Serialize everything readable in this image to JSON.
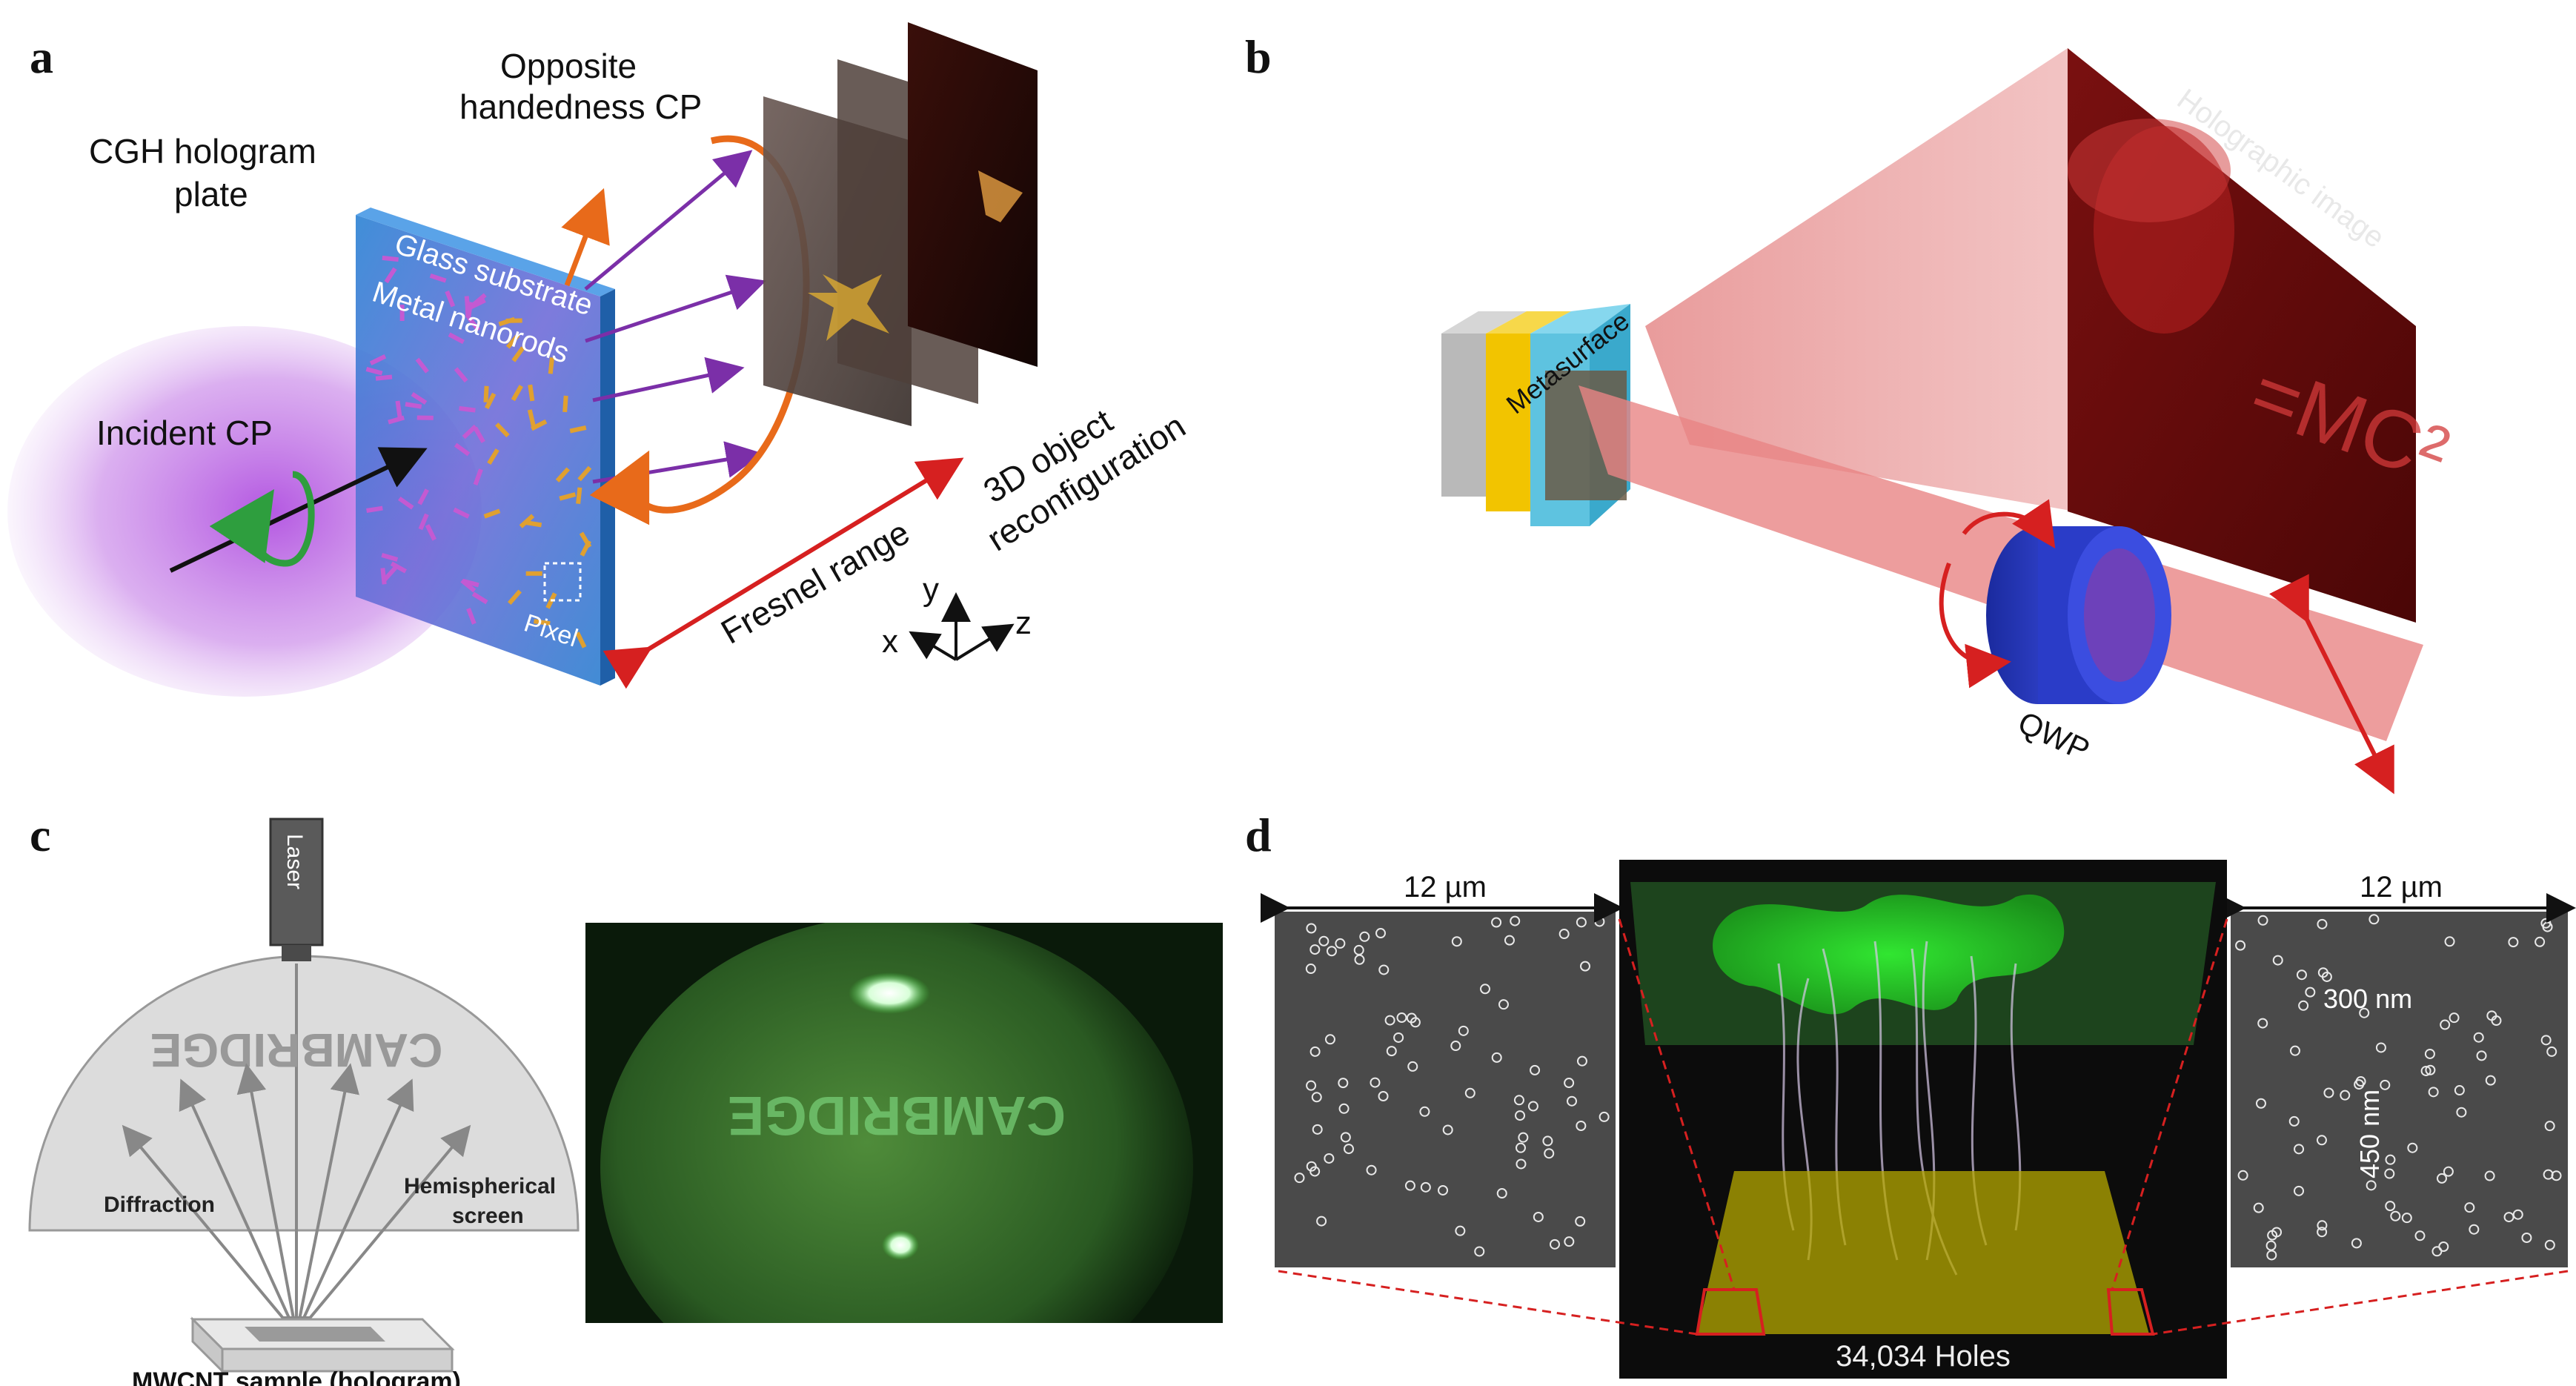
{
  "panels": {
    "a": {
      "letter": "a",
      "cgh_title": [
        "CGH hologram",
        "plate"
      ],
      "opposite_cp": [
        "Opposite",
        "handedness CP"
      ],
      "glass_substrate": "Glass substrate",
      "metal_nanorods": "Metal nanorods",
      "incident_cp": "Incident CP",
      "pixel": "Pixel",
      "fresnel_range": "Fresnel range",
      "object_reconfig": [
        "3D object",
        "reconfiguration"
      ],
      "axes": {
        "x": "x",
        "y": "y",
        "z": "z"
      }
    },
    "b": {
      "letter": "b",
      "metasurface": "Metasurface",
      "holographic_image": "Holographic image",
      "qwp": "QWP",
      "image_text": "=MC²"
    },
    "c": {
      "letter": "c",
      "laser": "Laser",
      "cambridge": "CAMBRIDGE",
      "diffraction": "Diffraction",
      "hemispherical": [
        "Hemispherical",
        "screen"
      ],
      "sample": "MWCNT sample (hologram)"
    },
    "d": {
      "letter": "d",
      "scale_left": "12 µm",
      "scale_right": "12 µm",
      "dim_300": "300 nm",
      "dim_450": "450 nm",
      "holes": "34,034 Holes"
    }
  },
  "colors": {
    "substrate_blue": "#2f86d6",
    "purple_beam": "#a24ad0",
    "arrow_purple": "#7b2fa8",
    "orange": "#e86a1a",
    "red_arrow": "#d62020",
    "beam_red": "#e88080",
    "laser_green": "#3fd13f",
    "gold": "#f0c419"
  }
}
